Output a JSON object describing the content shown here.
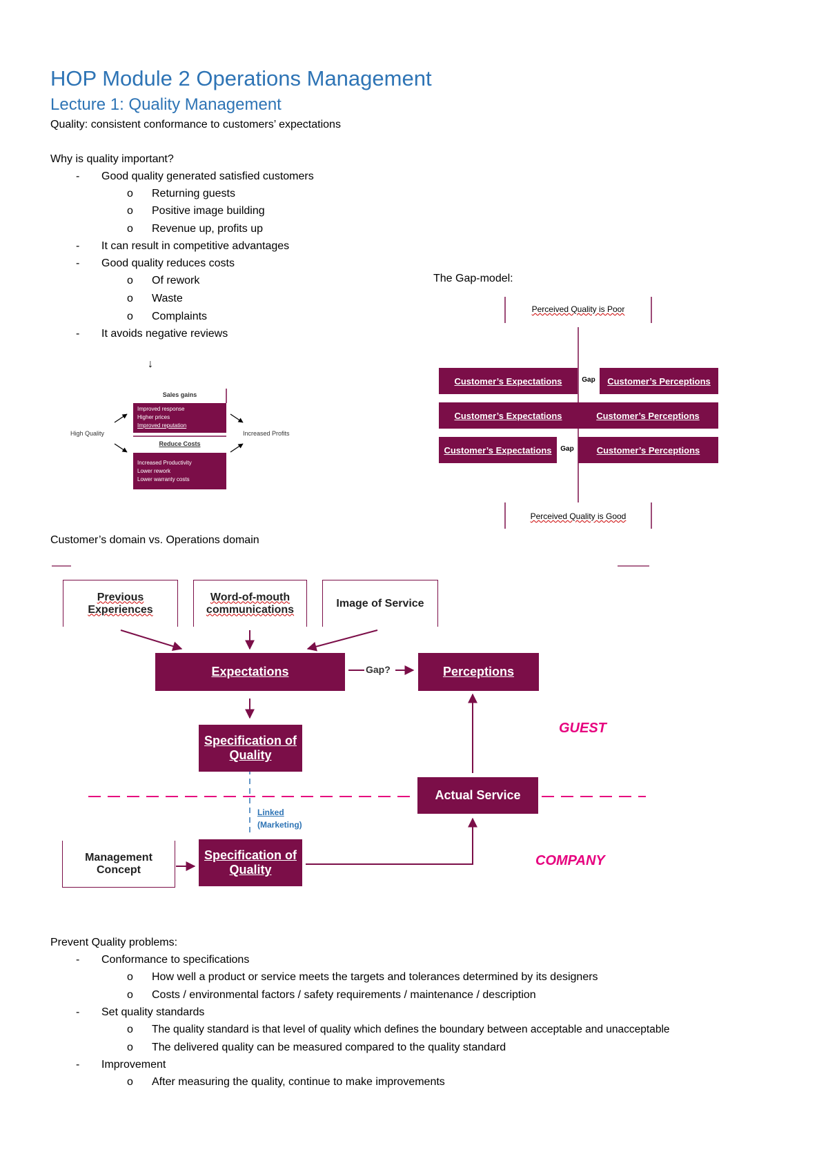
{
  "header": {
    "title": "HOP Module 2 Operations Management",
    "subtitle": "Lecture 1: Quality Management",
    "definition": "Quality: consistent conformance to customers’ expectations"
  },
  "why": {
    "heading": "Why is quality important?",
    "b1": "Good quality generated satisfied customers",
    "b1a": "Returning guests",
    "b1b": "Positive image building",
    "b1c": "Revenue up, profits up",
    "b2": "It can result in competitive advantages",
    "b3": "Good quality reduces costs",
    "b3a": "Of rework",
    "b3b": "Waste",
    "b3c": "Complaints",
    "b4": "It avoids negative reviews",
    "arrow": "↓",
    "bullet_char": "o",
    "dash_char": "-"
  },
  "profit_diagram": {
    "sales_title": "Sales gains",
    "sales_items": [
      "Improved response",
      "Higher prices",
      "Improved reputation"
    ],
    "costs_title": "Reduce Costs",
    "costs_items": [
      "Increased Productivity",
      "Lower rework",
      "Lower warranty costs"
    ],
    "left_label": "High Quality",
    "right_label": "Increased Profits"
  },
  "gap_model": {
    "heading": "The Gap-model:",
    "top_label": "Perceived Quality is Poor",
    "bottom_label": "Perceived Quality is Good",
    "expectations": "Customer’s Expectations",
    "perceptions": "Customer’s Perceptions",
    "gap": "Gap"
  },
  "domain_diagram": {
    "heading": "Customer’s domain vs. Operations domain",
    "previous": "Previous Experiences",
    "wom": "Word-of-mouth communications",
    "image": "Image of Service",
    "expectations": "Expectations",
    "gap": "Gap?",
    "perceptions": "Perceptions",
    "spec1": "Specification of Quality",
    "actual": "Actual Service",
    "linked1": "Linked",
    "linked2": "(Marketing)",
    "management": "Management Concept",
    "spec2": "Specification of Quality",
    "guest": "GUEST",
    "company": "COMPANY"
  },
  "prevent": {
    "heading": "Prevent Quality problems:",
    "p1": "Conformance to specifications",
    "p1a": "How well a product or service meets the targets and tolerances determined by its designers",
    "p1b": "Costs / environmental factors / safety requirements / maintenance / description",
    "p2": "Set quality standards",
    "p2a": "The quality standard is that level of quality which defines the boundary between acceptable and unacceptable",
    "p2b": "The delivered quality can be measured compared to the quality standard",
    "p3": "Improvement",
    "p3a": "After measuring the quality, continue to make improvements"
  },
  "colors": {
    "accent": "#7b0e48",
    "heading_blue": "#2e74b5",
    "pink": "#e6007e"
  }
}
